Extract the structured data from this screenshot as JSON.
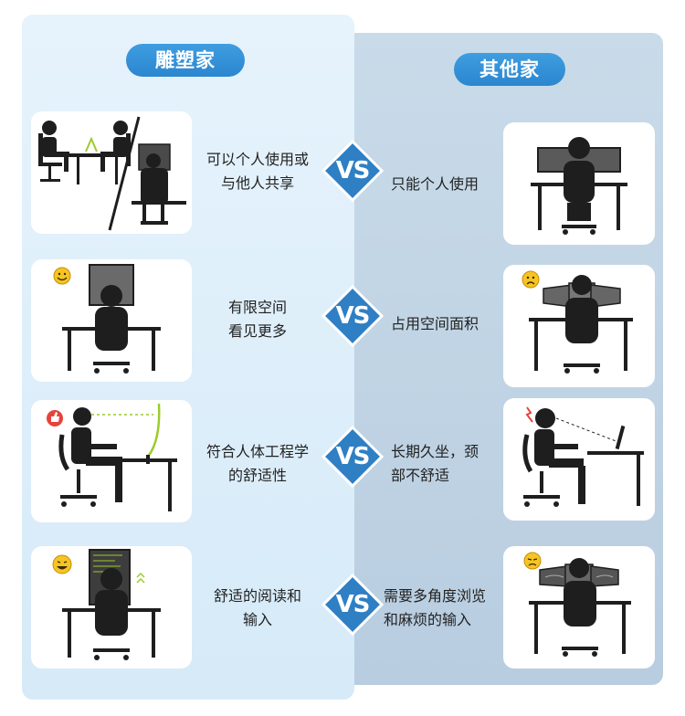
{
  "header": {
    "left_title": "雕塑家",
    "right_title": "其他家"
  },
  "vs_label": "VS",
  "rows": [
    {
      "left_caption": [
        "可以个人使用或",
        "与他人共享"
      ],
      "right_caption": [
        "只能个人使用"
      ]
    },
    {
      "left_caption": [
        "有限空间",
        "看见更多"
      ],
      "right_caption": [
        "占用空间面积"
      ]
    },
    {
      "left_caption": [
        "符合人体工程学",
        "的舒适性"
      ],
      "right_caption": [
        "长期久坐，颈",
        "部不舒适"
      ]
    },
    {
      "left_caption": [
        "舒适的阅读和",
        "输入"
      ],
      "right_caption": [
        "需要多角度浏览",
        "和麻烦的输入"
      ]
    }
  ],
  "colors": {
    "accent": "#2b86cf",
    "vs_diamond": "#2f7fc4",
    "left_panel": "#dceef9",
    "right_panel": "#c0d3e4",
    "figure": "#1e1e1e"
  },
  "icons": [
    "shared-workstation-illustration",
    "single-user-workstation-illustration",
    "smile-emoji-icon",
    "sad-emoji-icon",
    "thumbs-up-icon",
    "neck-pain-icon",
    "laugh-emoji-icon",
    "tired-emoji-icon"
  ]
}
